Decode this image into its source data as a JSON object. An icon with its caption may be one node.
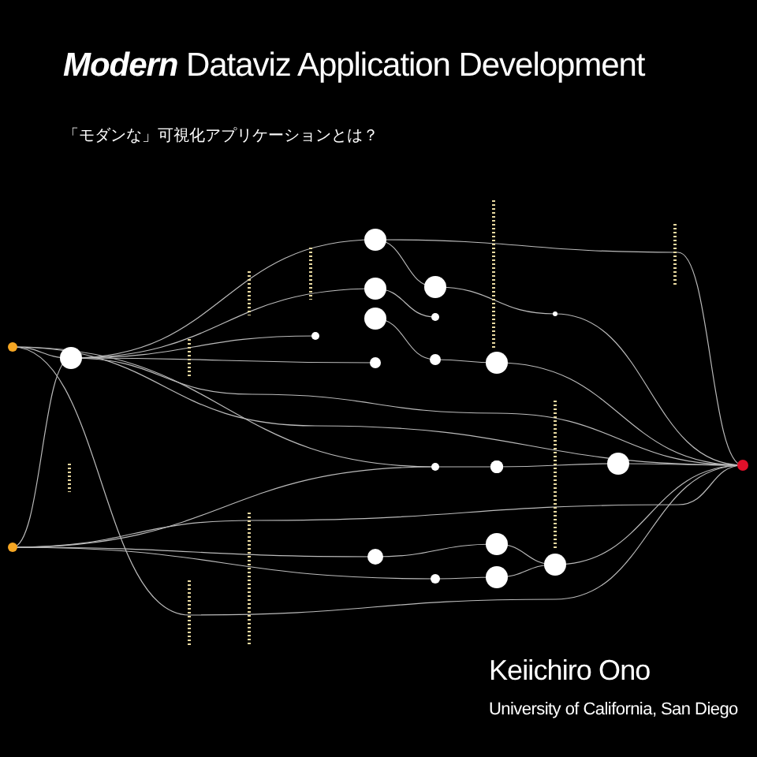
{
  "diagram": {
    "title": "**Modern** Dataviz Application Development",
    "labels": [
      "「モダンな」可視化アプリケーションとは？",
      "Keiichiro Ono",
      "University of California, San Diego"
    ]
  }
}
